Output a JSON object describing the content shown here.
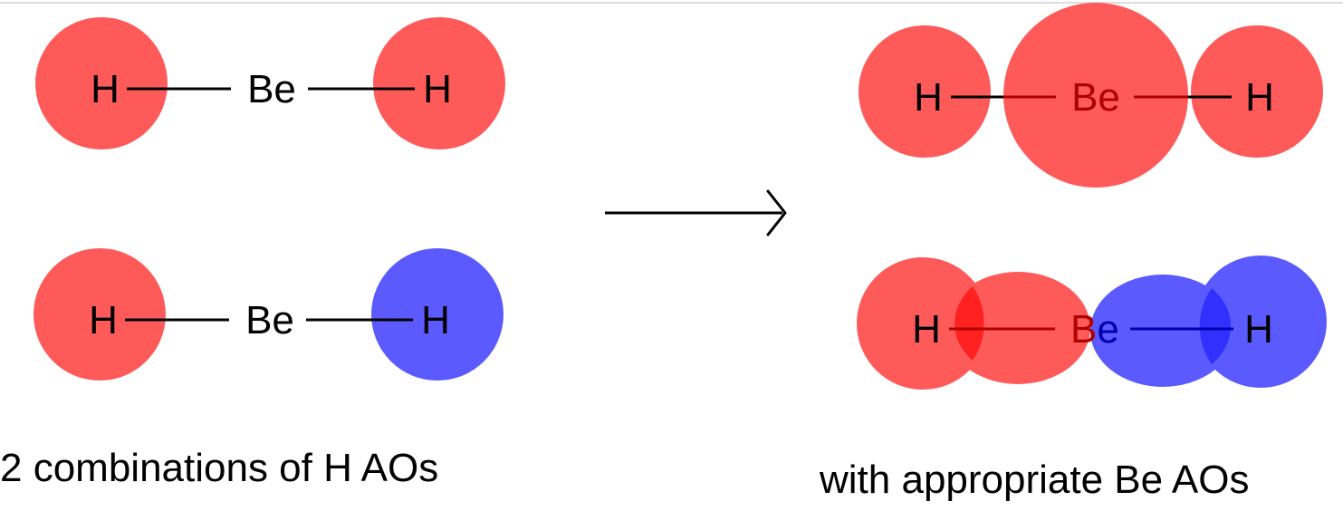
{
  "colors": {
    "positive_lobe": "#ff5a5a",
    "negative_lobe": "#5a5aff",
    "overlap_red": "#ff2020",
    "overlap_blue": "#3030ff",
    "bond": "#000000",
    "bond_in_red": "#b00000",
    "bond_in_blue": "#0000b0",
    "be_in_red": "#b00000",
    "be_in_blue": "#0000b0"
  },
  "atoms": {
    "h": "H",
    "be": "Be"
  },
  "left_panel": {
    "caption": "2 combinations of H AOs"
  },
  "right_panel": {
    "caption": "with appropriate Be AOs"
  },
  "arrow": {
    "symbol": "→"
  }
}
